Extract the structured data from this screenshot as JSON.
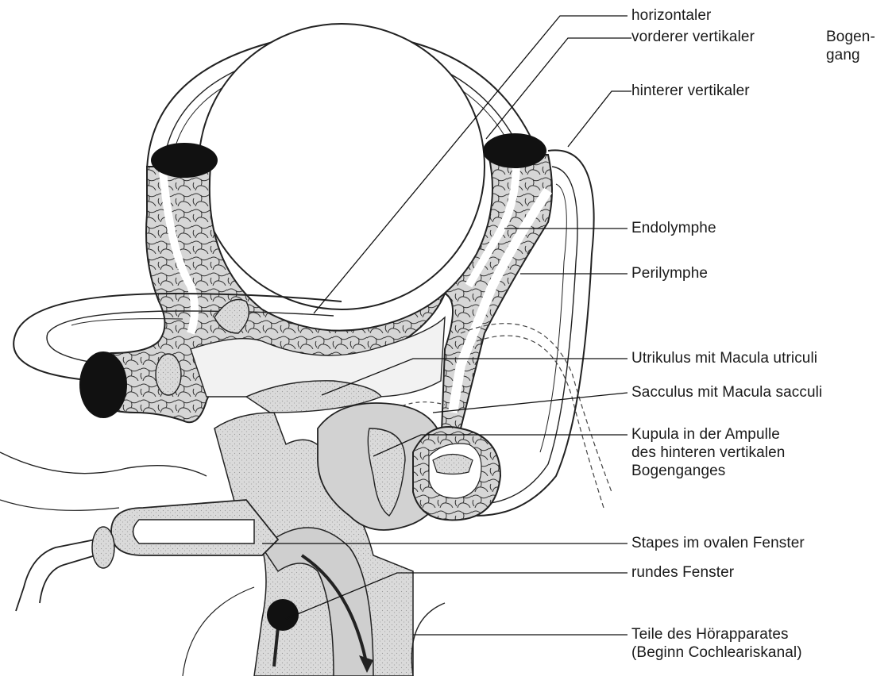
{
  "colors": {
    "ink": "#1a1a1a",
    "tissue": "#d9d9d9",
    "tissue_dark": "#bdbdbd",
    "fluid": "#ffffff",
    "ampulla": "#111111"
  },
  "labels": {
    "horizontal": "horizontaler",
    "anterior_vertical": "vorderer vertikaler",
    "bogengang_1": "Bogen-",
    "bogengang_2": "gang",
    "posterior_vertical": "hinterer vertikaler",
    "endolymph": "Endolymphe",
    "perilymph": "Perilymphe",
    "utricle": "Utrikulus mit Macula utriculi",
    "saccule": "Sacculus mit Macula sacculi",
    "cupula_1": "Kupula in der Ampulle",
    "cupula_2": "des hinteren vertikalen",
    "cupula_3": "Bogenganges",
    "stapes": "Stapes im ovalen Fenster",
    "round_window": "rundes Fenster",
    "hearing_1": "Teile des Hörapparates",
    "hearing_2": "(Beginn Cochleariskanal)"
  }
}
